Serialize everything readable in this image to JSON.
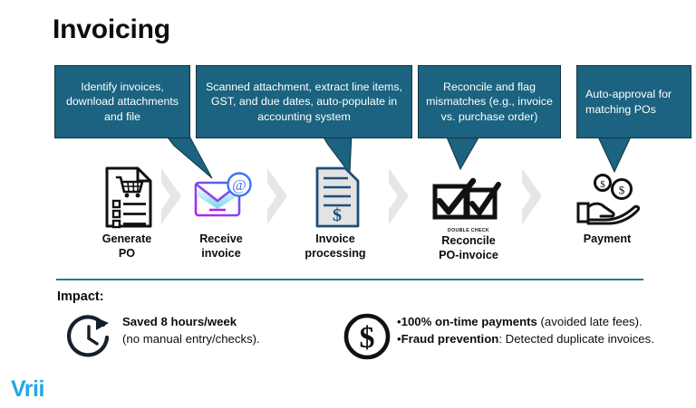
{
  "slide": {
    "title": "Invoicing",
    "brand_color": "#1b6380",
    "accent_color": "#22a7e8",
    "divider_color": "#2e7592",
    "logo": "Vrii"
  },
  "callouts": [
    {
      "name": "callout-identify-invoices",
      "text": "Identify invoices, download attachments and file",
      "align": "center"
    },
    {
      "name": "callout-scanned-attachment",
      "text": "Scanned attachment, extract line items, GST, and due dates, auto-populate in accounting system",
      "align": "center"
    },
    {
      "name": "callout-reconcile-flag",
      "text": "Reconcile and flag mismatches (e.g., invoice vs. purchase order)",
      "align": "center"
    },
    {
      "name": "callout-auto-approval",
      "text": "Auto-approval for matching POs",
      "align": "left"
    }
  ],
  "steps": [
    {
      "name": "generate-po",
      "icon": "po-document-cart-icon",
      "label_line1": "Generate",
      "label_line2": "PO"
    },
    {
      "name": "receive-invoice",
      "icon": "email-envelope-at-icon",
      "label_line1": "Receive",
      "label_line2": "invoice"
    },
    {
      "name": "invoice-processing",
      "icon": "invoice-dollar-doc-icon",
      "label_line1": "Invoice",
      "label_line2": "processing"
    },
    {
      "name": "reconcile-po-invoice",
      "icon": "double-check-icon",
      "label_line1": "Reconcile",
      "label_line2": "PO-invoice",
      "sub": "DOUBLE CHECK"
    },
    {
      "name": "payment",
      "icon": "hand-coins-icon",
      "label_line1": "Payment",
      "label_line2": ""
    }
  ],
  "impact": {
    "heading": "Impact:",
    "left": {
      "icon": "clock-arrow-icon",
      "line1_bold": "Saved 8 hours/week",
      "line2": "(no manual entry/checks)."
    },
    "right": {
      "icon": "dollar-circle-icon",
      "bullets": [
        {
          "bullet": "•",
          "bold": "100% on-time payments",
          "rest": " (avoided late fees)."
        },
        {
          "bullet": "•",
          "bold": "Fraud prevention",
          "rest": ": Detected duplicate invoices."
        }
      ]
    }
  }
}
